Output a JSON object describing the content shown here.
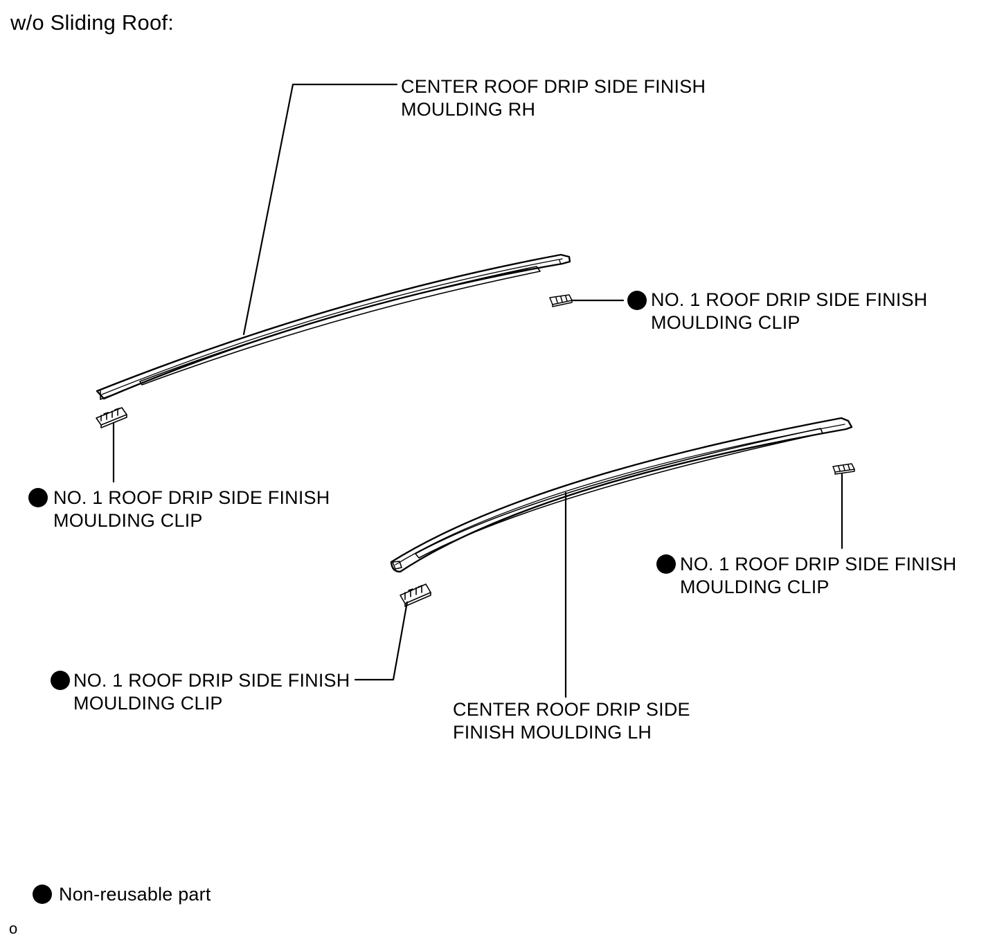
{
  "title": "w/o Sliding Roof:",
  "labels": {
    "rh_moulding": {
      "line1": "CENTER ROOF DRIP SIDE FINISH",
      "line2": "MOULDING RH"
    },
    "clip_upper_right": {
      "line1": "NO. 1 ROOF DRIP SIDE FINISH",
      "line2": "MOULDING CLIP"
    },
    "clip_upper_left": {
      "line1": "NO. 1 ROOF DRIP SIDE FINISH",
      "line2": "MOULDING CLIP"
    },
    "clip_lower_right": {
      "line1": "NO. 1 ROOF DRIP SIDE FINISH",
      "line2": "MOULDING CLIP"
    },
    "clip_lower_left": {
      "line1": "NO. 1 ROOF DRIP SIDE FINISH",
      "line2": "MOULDING CLIP"
    },
    "lh_moulding": {
      "line1": "CENTER ROOF DRIP SIDE",
      "line2": "FINISH MOULDING LH"
    }
  },
  "legend": {
    "symbol": "filled-circle",
    "text": "Non-reusable part"
  },
  "footer_code": "o",
  "colors": {
    "ink": "#000000",
    "background": "#ffffff"
  }
}
